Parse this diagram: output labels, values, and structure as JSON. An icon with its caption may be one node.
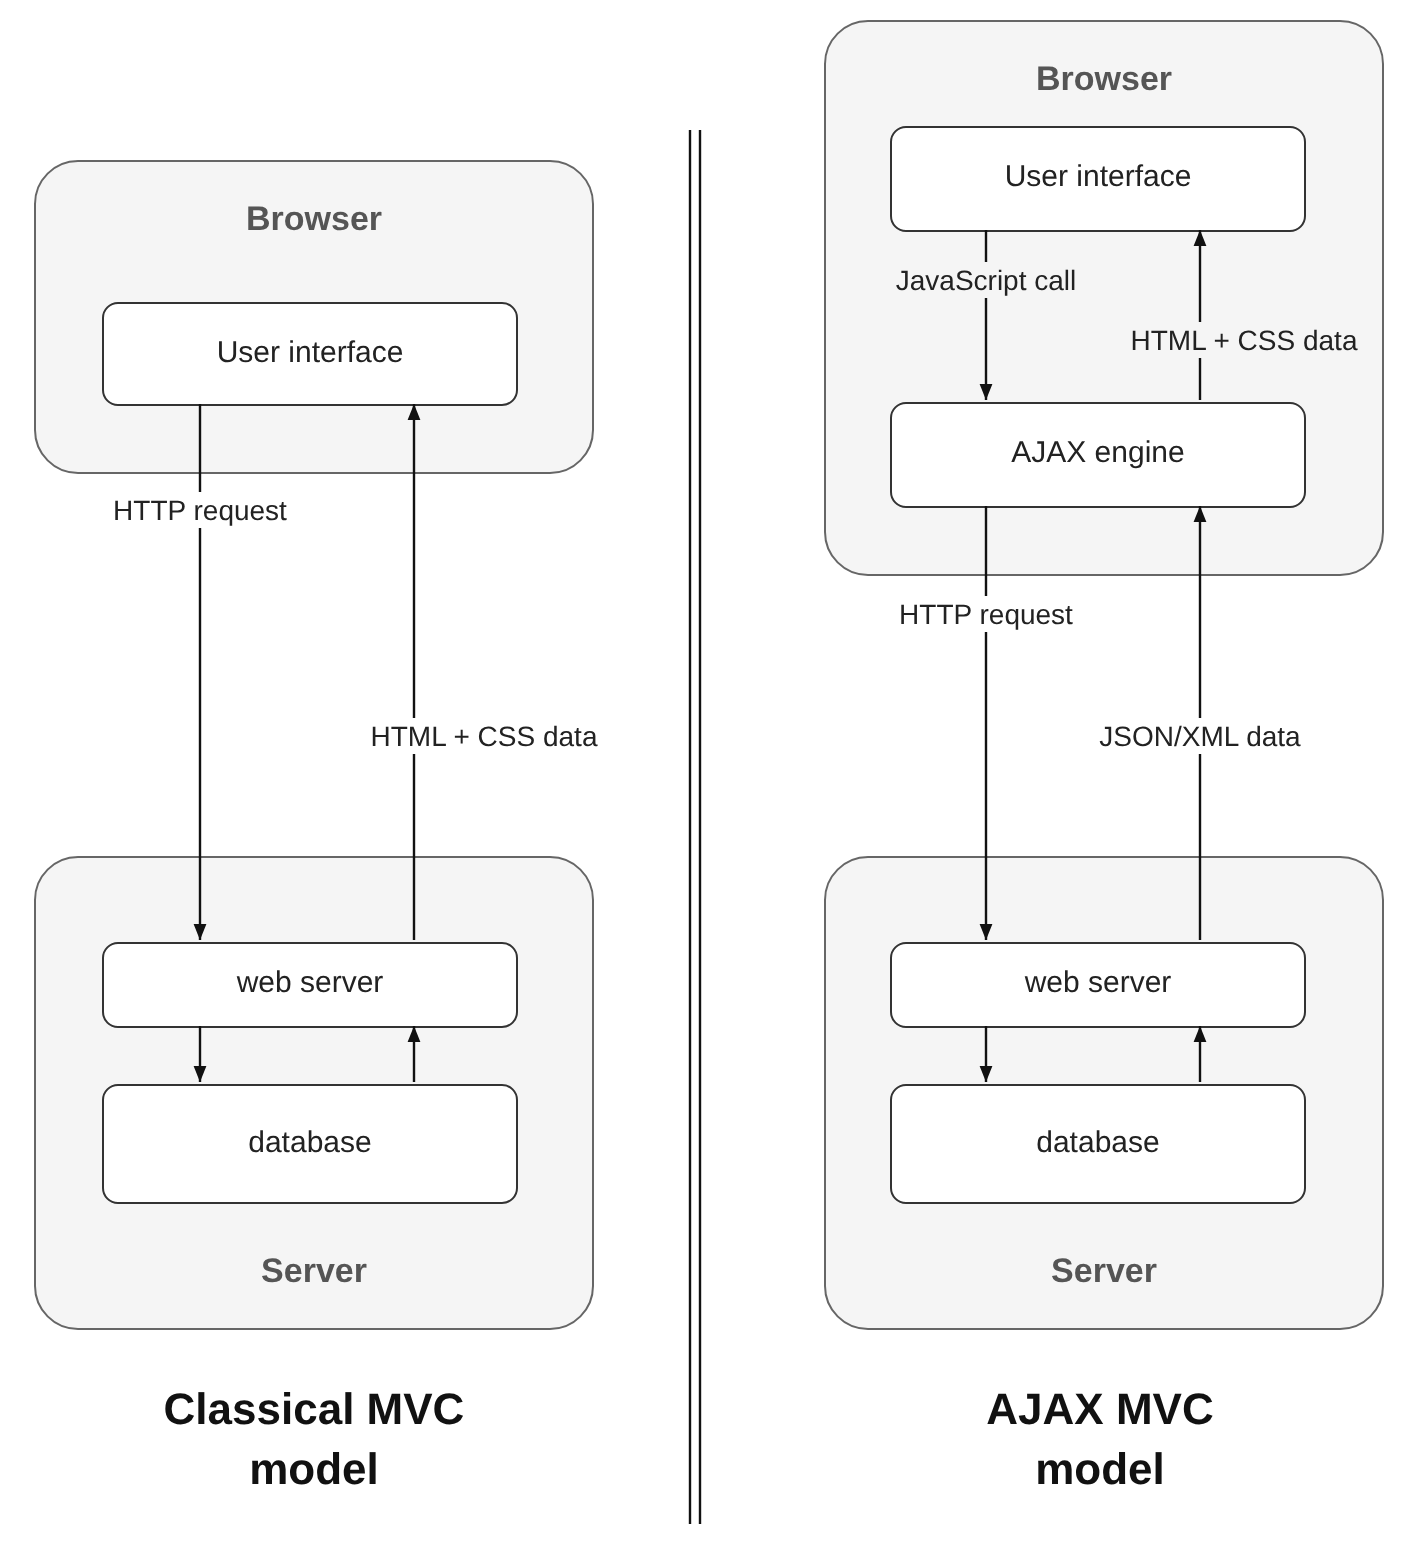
{
  "diagram": {
    "nodes": [
      {
        "text": [
          "Browser"
        ]
      },
      {
        "text": [
          "User interface"
        ],
        "in": 0
      },
      {
        "text": [
          "Server"
        ]
      },
      {
        "text": [
          "web server"
        ],
        "in": 2
      },
      {
        "text": [
          "database"
        ],
        "in": 2
      },
      {
        "text": [
          "Browser"
        ]
      },
      {
        "text": [
          "User interface"
        ],
        "in": 5
      },
      {
        "text": [
          "AJAX engine"
        ],
        "in": 5
      },
      {
        "text": [
          "Server"
        ]
      },
      {
        "text": [
          "web server"
        ],
        "in": 8
      },
      {
        "text": [
          "database"
        ],
        "in": 8
      }
    ],
    "edges": [
      {
        "from": 1,
        "to": 3,
        "arrow": "to",
        "label": "HTTP request"
      },
      {
        "from": 3,
        "to": 1,
        "arrow": "to",
        "label": "HTML + CSS data"
      },
      {
        "from": 3,
        "to": 4,
        "arrow": "to"
      },
      {
        "from": 4,
        "to": 3,
        "arrow": "to"
      },
      {
        "from": 6,
        "to": 7,
        "arrow": "to",
        "label": "JavaScript call"
      },
      {
        "from": 7,
        "to": 6,
        "arrow": "to",
        "label": "HTML + CSS data"
      },
      {
        "from": 7,
        "to": 9,
        "arrow": "to",
        "label": "HTTP request"
      },
      {
        "from": 9,
        "to": 7,
        "arrow": "to",
        "label": "JSON/XML data"
      },
      {
        "from": 9,
        "to": 10,
        "arrow": "to"
      },
      {
        "from": 10,
        "to": 9,
        "arrow": "to"
      }
    ],
    "labels": [
      "Classical MVC model",
      "AJAX MVC model"
    ]
  }
}
